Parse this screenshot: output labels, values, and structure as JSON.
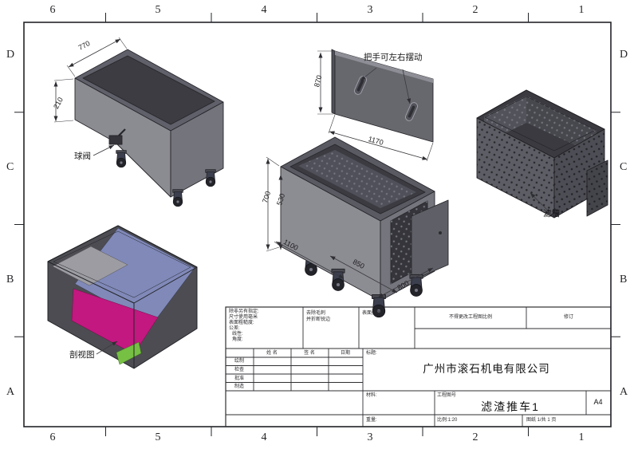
{
  "sheet": {
    "zones_top": [
      "6",
      "5",
      "4",
      "3",
      "2",
      "1"
    ],
    "zones_bottom": [
      "6",
      "5",
      "4",
      "3",
      "2",
      "1"
    ],
    "zones_left": [
      "D",
      "C",
      "B",
      "A"
    ],
    "zones_right": [
      "D",
      "C",
      "B",
      "A"
    ]
  },
  "annotations": {
    "ball_valve": "球阀",
    "handle_note": "把手可左右摆动",
    "filter_basket": "滤槽",
    "section_view": "剖视图"
  },
  "dimensions": {
    "cart_top_width": "770",
    "cart_front_height": "210",
    "panel_height": "870",
    "panel_length": "1170",
    "cart_height": "700",
    "inner_height": "530",
    "cart_length": "1100",
    "bottom_length": "850",
    "cart_width": "800"
  },
  "title_block": {
    "tolerance_note": [
      "除非另有指定:",
      "尺寸使用毫米",
      "表面粗糙度:",
      "公差:",
      "线性:",
      "角度:"
    ],
    "deburr_note": [
      "去除毛刺",
      "并折断锐边"
    ],
    "finish_label": "表面处理:",
    "do_not_scale": "不得更改工程图比例",
    "revision_label": "修订",
    "columns": {
      "name": "姓  名",
      "signature": "签  名",
      "date": "日期"
    },
    "rows": [
      "绘制",
      "检查",
      "批准",
      "制造"
    ],
    "title_label": "标题:",
    "company_name": "广州市滚石机电有限公司",
    "material_label": "材料:",
    "dwg_no_label": "工程图号",
    "drawing_number": "滤渣推车1",
    "paper_size": "A4",
    "weight_label": "重量:",
    "scale_label": "比例:1:20",
    "sheet_label": "图纸 1/共 1 页"
  },
  "colors": {
    "section_blue": "#8089b8",
    "section_gray": "#9c9ca2",
    "section_magenta": "#c2187f",
    "section_green": "#76c043",
    "steel_gray": "#8b8b92",
    "dark_steel": "#4d4d55"
  }
}
